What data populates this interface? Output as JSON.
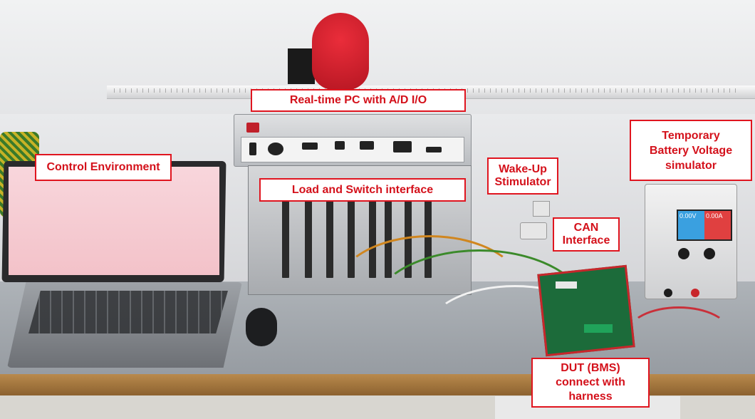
{
  "labels": {
    "realtime_pc": "Real-time PC with A/D I/O",
    "control_env": "Control Environment",
    "load_switch": "Load and Switch interface",
    "wakeup": "Wake-Up\nStimulator",
    "can": "CAN\nInterface",
    "battery_sim": "Temporary\nBattery Voltage\nsimulator",
    "dut": "DUT (BMS)\nconnect with\nharness"
  },
  "psu_display": {
    "voltage": "0.00V",
    "current": "0.00A"
  },
  "label_colors": {
    "border": "#e0151f",
    "text": "#d4111b",
    "background": "#ffffff"
  }
}
